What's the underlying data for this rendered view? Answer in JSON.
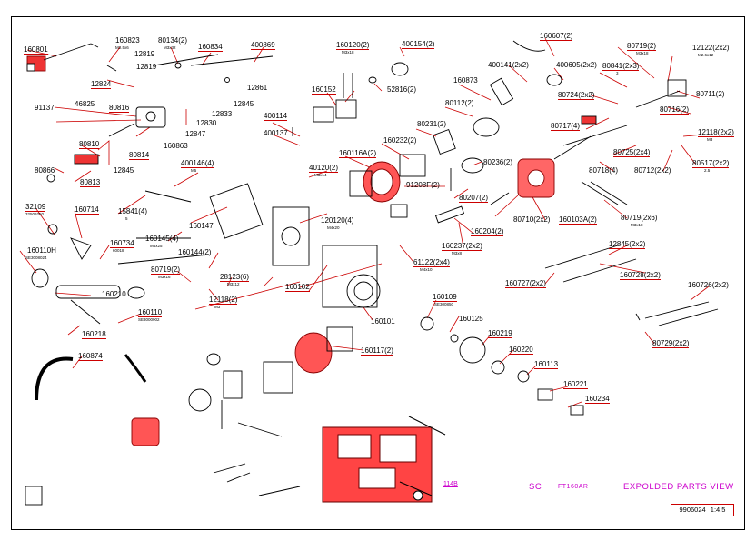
{
  "labels": {
    "l160801": "160801",
    "l160823": "160823",
    "s160823": "M2.5x6",
    "l80134": "80134(2)",
    "s80134": "M3x32",
    "l160834": "160834",
    "l400869": "400869",
    "l12819a": "12819",
    "l12819b": "12819",
    "l12824": "12824",
    "l12861": "12861",
    "l12845a": "12845",
    "l91137": "91137",
    "l46825": "46825",
    "l80816": "80816",
    "l12833": "12833",
    "l12830": "12830",
    "l12847": "12847",
    "l160863": "160863",
    "l80810": "80810",
    "l80814": "80814",
    "l12845b": "12845",
    "l80866": "80866",
    "l80813": "80813",
    "l160120": "160120(2)",
    "s160120": "M3x18",
    "l400154": "400154(2)",
    "l160152": "160152",
    "l52816": "52816(2)",
    "l400114": "400114",
    "l400137": "400137",
    "l160116a": "160116A(2)",
    "l160232": "160232(2)",
    "l80231": "80231(2)",
    "l80112": "80112(2)",
    "l91208": "91208F(2)",
    "l80236": "80236(2)",
    "l80207": "80207(2)",
    "l160873": "160873",
    "l400141": "400141(2x2)",
    "l160607": "160607(2)",
    "l400605": "400605(2x2)",
    "l80841": "80841(2x3)",
    "s80841": "3",
    "l80724": "80724(2x2)",
    "l80719a": "80719(2)",
    "s80719a": "M3x18",
    "l12122": "12122(2x2)",
    "s12122": "M2.6x12",
    "l80711": "80711(2)",
    "l80716": "80716(2)",
    "l80717": "80717(4)",
    "l12118a": "12118(2x2)",
    "s12118a": "M3",
    "l80725": "80725(2x4)",
    "l80718": "80718(4)",
    "l80712": "80712(2x2)",
    "l80517": "80517(2x2)",
    "s80517": "2.5",
    "l400146": "400146(4)",
    "s400146": "M5",
    "l40120": "40120(2)",
    "s40120": "M3x14",
    "l15841": "15841(4)",
    "s15841": "5",
    "l160147": "160147",
    "l160145": "160145(4)",
    "s160145": "M5x25",
    "l120120": "120120(4)",
    "s120120": "M4x20",
    "l160204": "160204(2)",
    "l160237": "160237(2x2)",
    "s160237": "M3x8",
    "l160103a": "160103A(2)",
    "l80710": "80710(2x2)",
    "l80719b": "80719(2x6)",
    "s80719b": "M3x18",
    "l32109": "32109",
    "s32109": "32509250",
    "l160714": "160714",
    "l160110h": "160110H",
    "s160110h": "SE3008024",
    "l160734": "160734",
    "s160734": "60018",
    "l160144": "160144(2)",
    "l80719c": "80719(2)",
    "s80719c": "M3x16",
    "l28123": "28123(6)",
    "s28123": "M3x12",
    "l12118b": "12118(2)",
    "s12118b": "M3",
    "l61122": "61122(2x4)",
    "s61122": "M4x10",
    "l160210": "160210",
    "l160102": "160102",
    "l160110": "160110",
    "s160110": "SE3000902",
    "l160218": "160218",
    "l160101": "160101",
    "l160109": "160109",
    "s160109": "SE300850",
    "l160125": "160125",
    "l160117": "160117(2)",
    "l160219": "160219",
    "l160220": "160220",
    "l160113": "160113",
    "l160221": "160221",
    "l160234": "160234",
    "l12845c": "12845(2x2)",
    "l160728": "160728(2x2)",
    "l160727": "160727(2x2)",
    "l160726": "160726(2x2)",
    "l80729": "80729(2x2)",
    "l160874": "160874"
  },
  "footer": {
    "ref": "114B",
    "brand": "SC",
    "model": "FT160AR",
    "title": "EXPOLDED PARTS VIEW",
    "drawing_no": "9906024",
    "scale": "1:4.5"
  },
  "colors": {
    "highlight": "#e00000",
    "leader": "#cc0000",
    "title": "#cc00cc"
  }
}
